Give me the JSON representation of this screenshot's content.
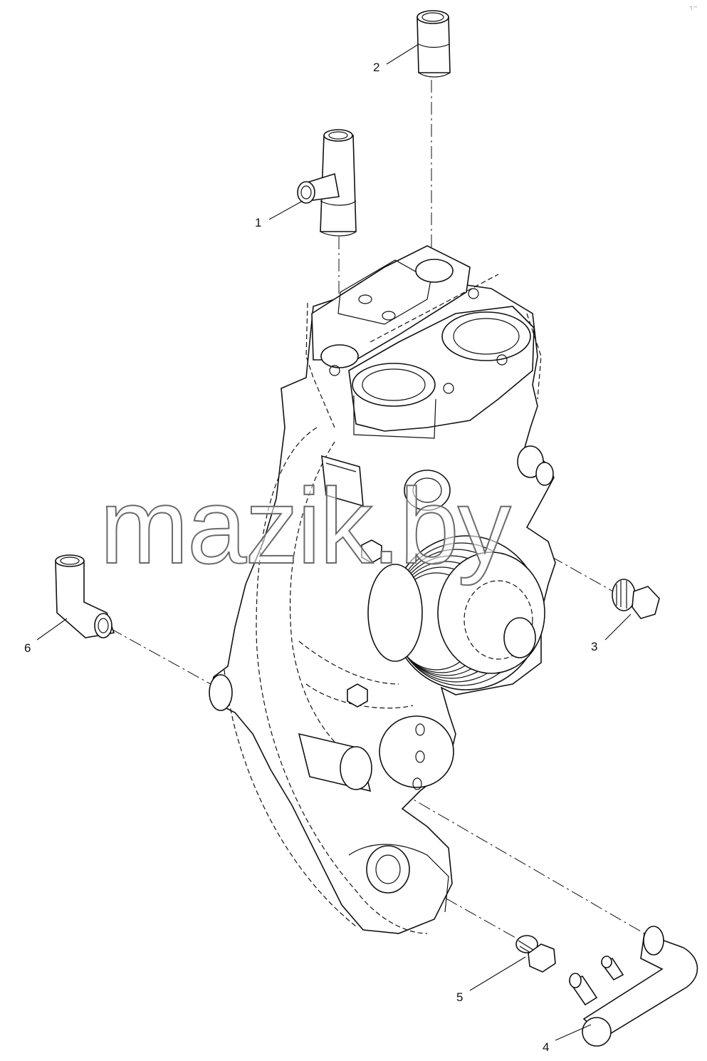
{
  "watermark": "mazik.by",
  "corner_mark": "┐‒",
  "callouts": [
    {
      "id": "1",
      "label": "1"
    },
    {
      "id": "2",
      "label": "2"
    },
    {
      "id": "3",
      "label": "3"
    },
    {
      "id": "4",
      "label": "4"
    },
    {
      "id": "5",
      "label": "5"
    },
    {
      "id": "6",
      "label": "6"
    }
  ]
}
